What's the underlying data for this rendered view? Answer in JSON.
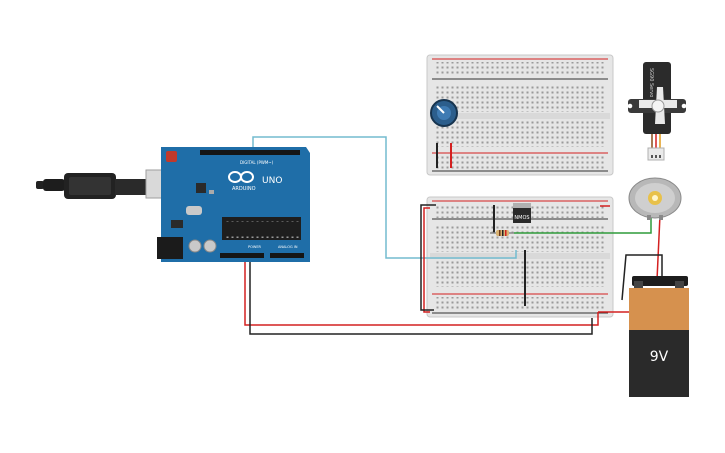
{
  "canvas": {
    "background": "#ffffff"
  },
  "arduino": {
    "brand_text": "ARDUINO",
    "model_text": "UNO",
    "digital_label": "DIGITAL (PWM~)",
    "power_label": "POWER",
    "analog_label": "ANALOG IN",
    "board_color": "#1f6ea8"
  },
  "battery": {
    "label": "9V",
    "top_color": "#d6914e",
    "body_color": "#2a2a2a"
  },
  "driver_chip": {
    "label": "NMOS"
  },
  "servo": {
    "label": "SG90 Servo"
  },
  "usb_cable": {
    "icon": "usb-plug-icon"
  },
  "wire_colors": {
    "red": "#d42020",
    "black": "#222222",
    "blue": "#73bccf",
    "green": "#2f9b3a"
  }
}
